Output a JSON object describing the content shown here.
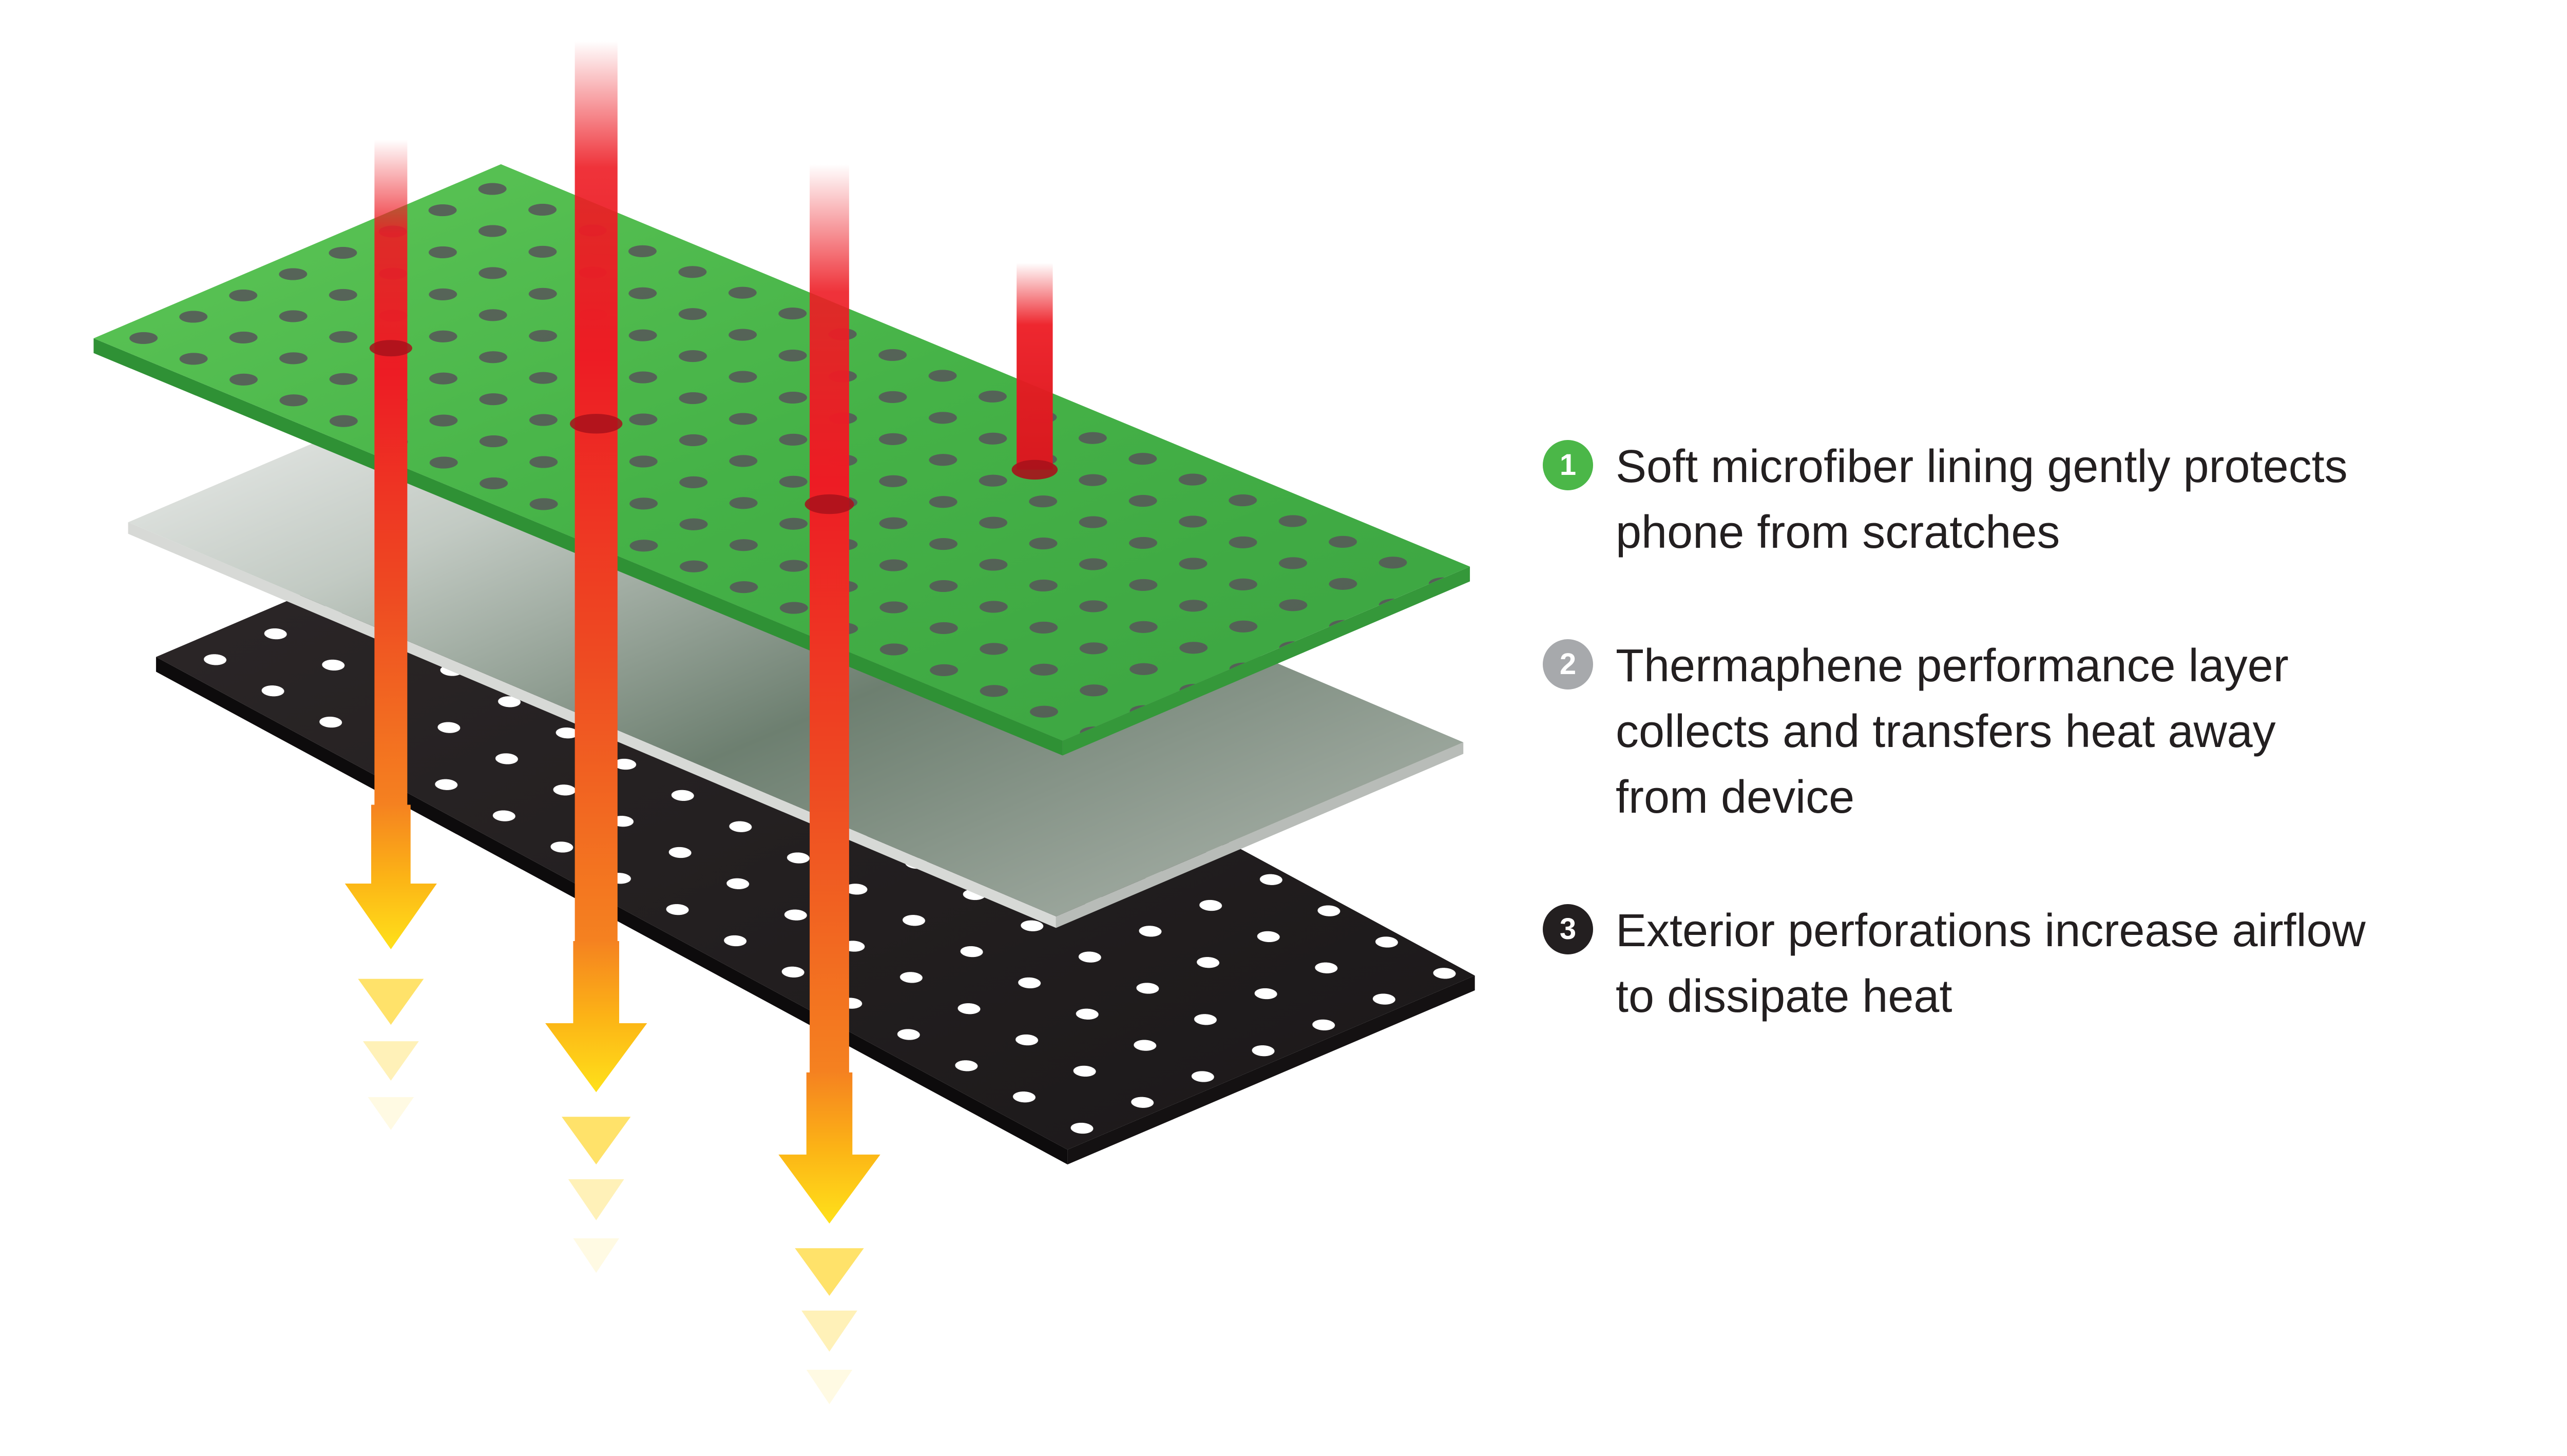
{
  "legend": {
    "items": [
      {
        "number": "1",
        "color": "#4bb748",
        "text": "Soft microfiber lining gently protects\nphone from scratches"
      },
      {
        "number": "2",
        "color": "#a7a9ac",
        "text": "Thermaphene performance layer\ncollects and transfers heat away\nfrom device"
      },
      {
        "number": "3",
        "color": "#231f20",
        "text": "Exterior perforations increase airflow\nto dissipate heat"
      }
    ]
  },
  "diagram": {
    "layers": [
      {
        "name": "microfiber-lining",
        "color": "#47b649",
        "dot_color": "#565759"
      },
      {
        "name": "thermaphene-performance-layer",
        "color": "#8d9a8f"
      },
      {
        "name": "exterior-perforated-shell",
        "color": "#231f20",
        "dot_color": "#ffffff"
      }
    ],
    "heat": {
      "inflow_color": "#ed1c24",
      "transfer_color": "#f58220",
      "outflow_color": "#ffd200"
    }
  }
}
